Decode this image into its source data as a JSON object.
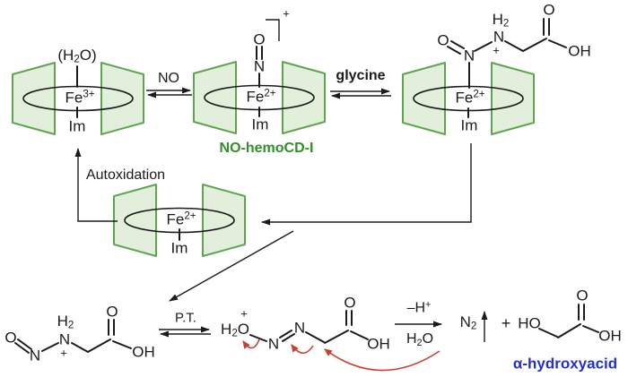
{
  "scheme": {
    "colors": {
      "cd_fill": "#e2efdb",
      "cd_stroke": "#61a351",
      "hemocd_label_green": "#2f8f28",
      "hydroxyacid_blue": "#2433bf",
      "mechanism_arrow_red": "#c9402f",
      "ink": "#1b1b1b"
    },
    "complexes": {
      "fe3_aqua": {
        "aqua_pre": "(H",
        "aqua_sub": "2",
        "aqua_post": "O)",
        "metal": "Fe",
        "charge": "3+",
        "axial": "Im"
      },
      "fe2_no": {
        "o": "O",
        "n": "N",
        "plus": "+",
        "metal": "Fe",
        "charge": "2+",
        "axial": "Im",
        "name": "NO-hemoCD-I"
      },
      "fe2_nitrosoglycine": {
        "o": "O",
        "n1": "N",
        "h": "H",
        "h_sub": "2",
        "n2": "N",
        "plus": "+",
        "carbonyl_o": "O",
        "oh": "OH",
        "metal": "Fe",
        "charge": "2+",
        "axial": "Im"
      },
      "fe2_free": {
        "metal": "Fe",
        "charge": "2+",
        "axial": "Im"
      }
    },
    "arrows": {
      "no": "NO",
      "glycine": "glycine",
      "autoxidation": "Autoxidation",
      "pt": "P.T.",
      "minus_h": "–H",
      "minus_h_sup": "+",
      "h2o_h": "H",
      "h2o_sub": "2",
      "h2o_o": "O"
    },
    "molecules": {
      "nitrosoglycinium": {
        "o": "O",
        "n1": "N",
        "h": "H",
        "h_sub": "2",
        "n2": "N",
        "plus": "+",
        "carbonyl_o": "O",
        "oh": "OH"
      },
      "diazenol": {
        "h": "H",
        "h_sub": "2",
        "o": "O",
        "plus": "+",
        "n1": "N",
        "n2": "N",
        "carbonyl_o": "O",
        "oh": "OH"
      },
      "products": {
        "n": "N",
        "n_sub": "2",
        "plus": "+",
        "ho": "HO",
        "carbonyl_o": "O",
        "oh": "OH",
        "name": "α-hydroxyacid"
      }
    }
  }
}
